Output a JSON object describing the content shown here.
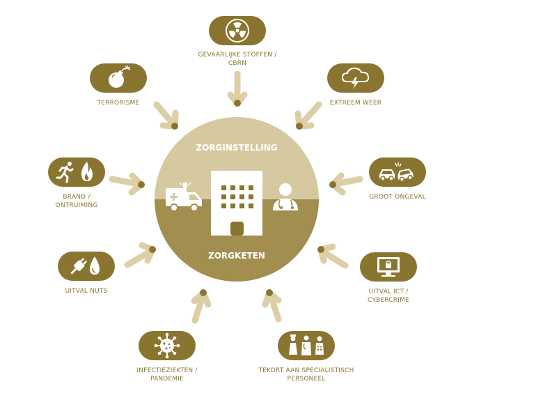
{
  "center": {
    "top_label": "ZORGINSTELLING",
    "bottom_label": "ZORGKETEN"
  },
  "colors": {
    "olive": "#8a7530",
    "light": "#d6c9a0",
    "arrow_light": "#dccfa8",
    "arrow_dark": "#8a7530"
  },
  "hazards": [
    {
      "id": "cbrn",
      "icon": "radiation-icon",
      "line1": "GEVAARLIJKE STOFFEN /",
      "line2": "CBRN"
    },
    {
      "id": "weather",
      "icon": "storm-cloud-icon",
      "line1": "EXTREEM WEER",
      "line2": ""
    },
    {
      "id": "accident",
      "icon": "car-crash-icon",
      "line1": "GROOT ONGEVAL",
      "line2": ""
    },
    {
      "id": "ict",
      "icon": "locked-monitor-icon",
      "line1": "UITVAL ICT /",
      "line2": "CYBERCRIME"
    },
    {
      "id": "staff",
      "icon": "medical-staff-icon",
      "line1": "TEKORT AAN SPECIALISTISCH",
      "line2": "PERSONEEL"
    },
    {
      "id": "pandemic",
      "icon": "virus-icon",
      "line1": "INFECTIEZIEKTEN /",
      "line2": "PANDEMIE"
    },
    {
      "id": "utilities",
      "icon": "plug-and-drop-icon",
      "line1": "UITVAL NUTS",
      "line2": ""
    },
    {
      "id": "fire",
      "icon": "running-person-fire-icon",
      "line1": "BRAND /",
      "line2": "ONTRUIMING"
    },
    {
      "id": "terrorism",
      "icon": "bomb-icon",
      "line1": "TERRORISME",
      "line2": ""
    }
  ]
}
